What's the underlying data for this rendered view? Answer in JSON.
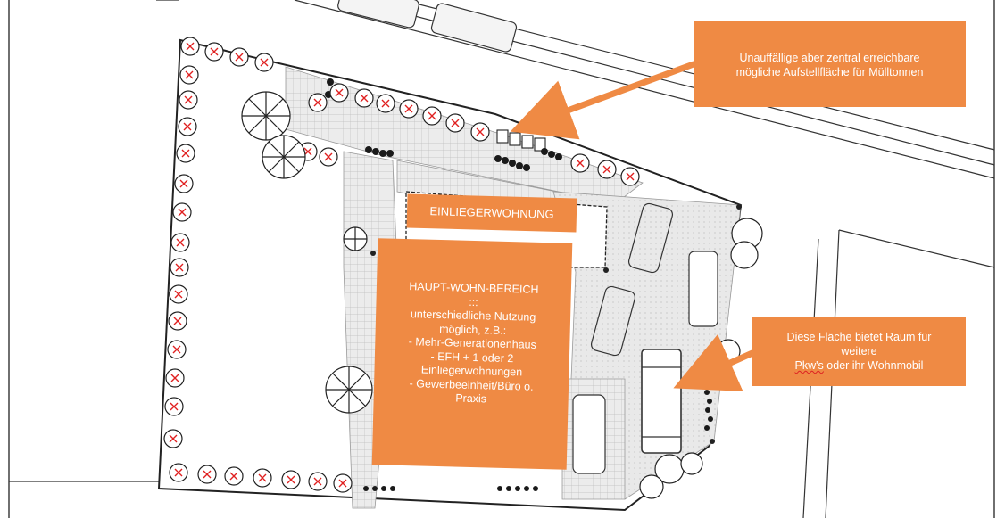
{
  "callouts": {
    "muell": {
      "line1": "Unauffällige aber zentral erreichbare",
      "line2": "mögliche Aufstellfläche für Mülltonnen"
    },
    "einliegerwohnung": {
      "label": "EINLIEGERWOHNUNG"
    },
    "haupt": {
      "title": "HAUPT-WOHN-BEREICH",
      "dots": ":::",
      "line1": "unterschiedliche Nutzung",
      "line2": "möglich, z.B.:",
      "items": [
        "-    Mehr-Generationenhaus",
        "-    EFH + 1 oder 2",
        "Einliegerwohnungen",
        "-    Gewerbeeinheit/Büro o.",
        "Praxis"
      ]
    },
    "pkw": {
      "line1": "Diese Fläche bietet Raum für",
      "line2": "weitere",
      "word": "Pkw's",
      "line3_rest": " oder ihr Wohnmobil"
    }
  },
  "colors": {
    "accent": "#ef8a44",
    "tree_mark": "#e02020",
    "line": "#222222",
    "paving": "#d9d9d9"
  }
}
